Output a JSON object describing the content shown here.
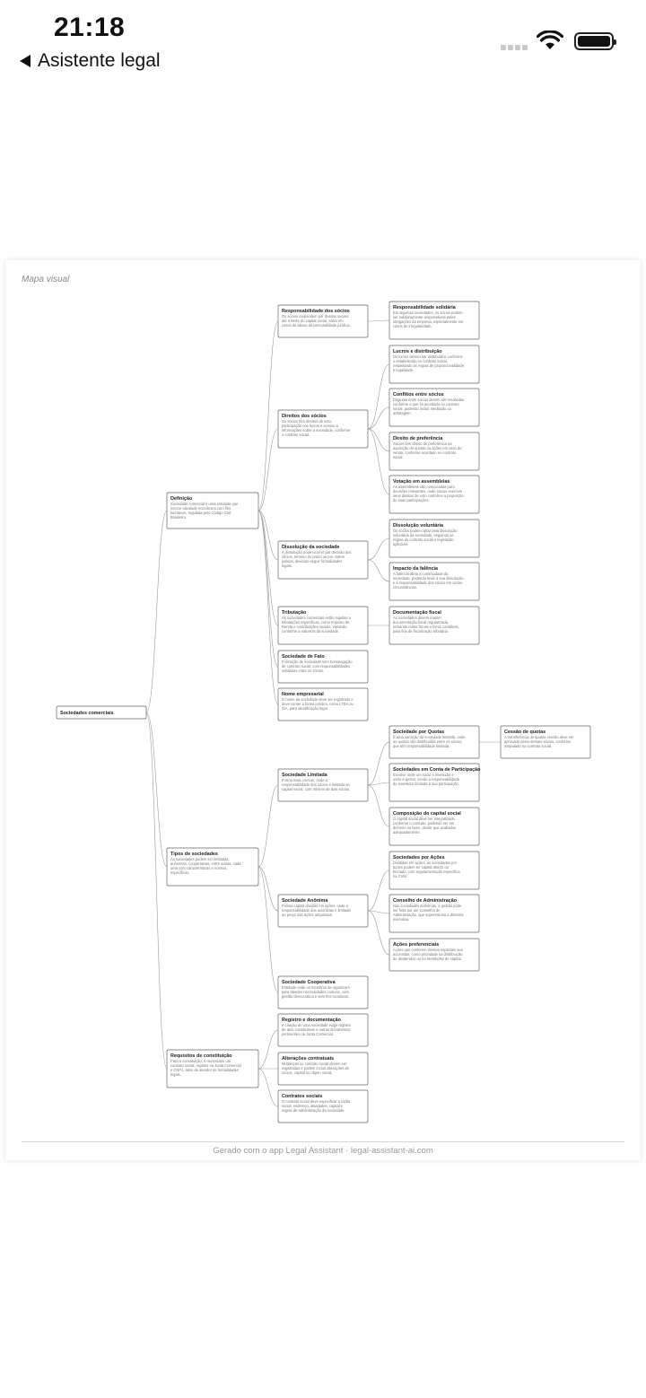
{
  "status": {
    "time": "21:18",
    "signal_icon": "cellular-signal-icon",
    "wifi_icon": "wifi-icon",
    "battery_icon": "battery-icon"
  },
  "nav": {
    "back_icon": "back-triangle-icon",
    "back_label": "Asistente legal"
  },
  "card": {
    "label": "Mapa visual",
    "footer": "Gerado com o app Legal Assistant · legal-assistant-ai.com"
  },
  "mindmap": {
    "nodes": [
      {
        "id": "root",
        "title": "Sociedades comerciais",
        "desc": []
      },
      {
        "id": "definicao",
        "parent": "root",
        "title": "Definição",
        "desc": [
          "Sociedade comercial é uma entidade que",
          "exerce atividade econômica com fins",
          "lucrativos, regulada pelo Código Civil",
          "Brasileiro."
        ]
      },
      {
        "id": "resp",
        "parent": "definicao",
        "title": "Responsabilidade dos sócios",
        "desc": [
          "Os sócios respondem por dívidas sociais",
          "até o limite do capital social, salvo em",
          "casos de abuso da personalidade jurídica."
        ]
      },
      {
        "id": "solid",
        "parent": "resp",
        "title": "Responsabilidade solidária",
        "desc": [
          "Em algumas sociedades, os sócios podem",
          "ser solidariamente responsáveis pelas",
          "obrigações da empresa, especialmente em",
          "casos de irregularidade."
        ]
      },
      {
        "id": "direitos",
        "parent": "definicao",
        "title": "Direitos dos sócios",
        "desc": [
          "Os sócios têm direitos de voto,",
          "participação nos lucros e acesso a",
          "informações sobre a sociedade, conforme",
          "o contrato social."
        ]
      },
      {
        "id": "lucros",
        "parent": "direitos",
        "title": "Lucros e distribuição",
        "desc": [
          "Os lucros devem ser distribuídos conforme",
          "o estabelecido no contrato social,",
          "respeitando as regras de proporcionalidade",
          "e legalidade."
        ]
      },
      {
        "id": "conflitos",
        "parent": "direitos",
        "title": "Conflitos entre sócios",
        "desc": [
          "Disputas entre sócios devem ser resolvidas",
          "conforme o que foi acordado no contrato",
          "social, podendo incluir mediação ou",
          "arbitragem."
        ]
      },
      {
        "id": "preferencia",
        "parent": "direitos",
        "title": "Direito de preferência",
        "desc": [
          "Sócios têm direito de preferência na",
          "aquisição de quotas ou ações em caso de",
          "venda, conforme acordado no contrato",
          "social."
        ]
      },
      {
        "id": "votacao",
        "parent": "direitos",
        "title": "Votação em assembleias",
        "desc": [
          "As assembleias são convocadas para",
          "decisões relevantes, onde sócios exercem",
          "seus direitos de voto conforme a proporção",
          "de suas participações."
        ]
      },
      {
        "id": "dissolucao",
        "parent": "definicao",
        "title": "Dissolução da sociedade",
        "desc": [
          "A dissolução pode ocorrer por decisão dos",
          "sócios, término do prazo ou por ordem",
          "judicial, devendo seguir formalidades",
          "legais."
        ]
      },
      {
        "id": "dissvol",
        "parent": "dissolucao",
        "title": "Dissolução voluntária",
        "desc": [
          "Os sócios podem optar pela dissolução",
          "voluntária da sociedade, seguindo as",
          "regras do contrato social e legislação",
          "aplicável."
        ]
      },
      {
        "id": "falencia",
        "parent": "dissolucao",
        "title": "Impacto da falência",
        "desc": [
          "A falência afeta a continuidade da",
          "sociedade, podendo levar à sua dissolução",
          "e à responsabilidade dos sócios em certas",
          "circunstâncias."
        ]
      },
      {
        "id": "tributacao",
        "parent": "definicao",
        "title": "Tributação",
        "desc": [
          "As sociedades comerciais estão sujeitas a",
          "tributações específicas, como Imposto de",
          "Renda e contribuições sociais, variando",
          "conforme a natureza da sociedade."
        ]
      },
      {
        "id": "docfiscal",
        "parent": "tributacao",
        "title": "Documentação fiscal",
        "desc": [
          "As sociedades devem manter",
          "documentação fiscal regularizada,",
          "incluindo notas fiscais e livros contábeis,",
          "para fins de fiscalização tributária."
        ]
      },
      {
        "id": "fato",
        "parent": "definicao",
        "title": "Sociedade de Fato",
        "desc": [
          "Formação de sociedade sem homologação",
          "de contrato social, com responsabilidades",
          "solidárias entre os sócios."
        ]
      },
      {
        "id": "nome",
        "parent": "definicao",
        "title": "Nome empresarial",
        "desc": [
          "O nome da sociedade deve ser registrado e",
          "deve conter a forma jurídica, como LTDA ou",
          "S/A, para identificação legal."
        ]
      },
      {
        "id": "tipos",
        "parent": "root",
        "title": "Tipos de sociedades",
        "desc": [
          "As sociedades podem ser limitadas,",
          "anônimas, cooperativas, entre outras, cada",
          "uma com características e normas",
          "específicas."
        ]
      },
      {
        "id": "limitada",
        "parent": "tipos",
        "title": "Sociedade Limitada",
        "desc": [
          "Forma mais comum, onde a",
          "responsabilidade dos sócios é limitada ao",
          "capital social, com mínimo de dois sócios."
        ]
      },
      {
        "id": "quotas",
        "parent": "limitada",
        "title": "Sociedade por Quotas",
        "desc": [
          "É uma variação da sociedade limitada, onde",
          "as quotas são distribuídas entre os sócios,",
          "que têm responsabilidade limitada."
        ]
      },
      {
        "id": "cessao",
        "parent": "quotas",
        "title": "Cessão de quotas",
        "desc": [
          "A transferência de quotas cessão deve ser",
          "aprovada pelos demais sócios, conforme",
          "estipulado no contrato social."
        ]
      },
      {
        "id": "contapart",
        "parent": "limitada",
        "title": "Sociedades em Conta de Participação",
        "desc": [
          "Envolve onde um sócio é investidor e",
          "outro é gestor, sendo a responsabilidade",
          "do investidor limitada à sua participação."
        ]
      },
      {
        "id": "capital",
        "parent": "limitada",
        "title": "Composição do capital social",
        "desc": [
          "O capital social deve ser integralizado",
          "conforme o contrato, podendo ser em",
          "dinheiro ou bens, desde que avaliados",
          "adequadamente."
        ]
      },
      {
        "id": "anonima",
        "parent": "tipos",
        "title": "Sociedade Anônima",
        "desc": [
          "Possui capital dividido em ações, onde a",
          "responsabilidade dos acionistas é limitada",
          "ao preço das ações adquiridas."
        ]
      },
      {
        "id": "acoes",
        "parent": "anonima",
        "title": "Sociedades por Ações",
        "desc": [
          "Divididas em ações, as sociedades por",
          "ações podem ter capital aberto ou",
          "fechado, com regulamentação específica",
          "na CVM."
        ]
      },
      {
        "id": "conselho",
        "parent": "anonima",
        "title": "Conselho de Administração",
        "desc": [
          "Nas sociedades anônimas, a gestão pode",
          "ser feita por um Conselho de",
          "Administração, que supervisiona a diretoria",
          "executiva."
        ]
      },
      {
        "id": "acpref",
        "parent": "anonima",
        "title": "Ações preferenciais",
        "desc": [
          "Ações que conferem direitos especiais aos",
          "acionistas, como prioridade na distribuição",
          "de dividendos ou no reembolso de capital."
        ]
      },
      {
        "id": "coop",
        "parent": "tipos",
        "title": "Sociedade Cooperativa",
        "desc": [
          "Entidade onde os membros se organizam",
          "para atender necessidades comuns, com",
          "gestão democrática e sem fins lucrativos."
        ]
      },
      {
        "id": "requisitos",
        "parent": "root",
        "title": "Requisitos de constituição",
        "desc": [
          "Para a constituição, é necessário um",
          "contrato social, registro na Junta Comercial",
          "e CNPJ, além de atender às formalidades",
          "legais."
        ]
      },
      {
        "id": "registro",
        "parent": "requisitos",
        "title": "Registro e documentação",
        "desc": [
          "A criação de uma sociedade exige registro",
          "de atos constitutivos e outros documentos",
          "pertinentes na Junta Comercial."
        ]
      },
      {
        "id": "alteracoes",
        "parent": "requisitos",
        "title": "Alterações contratuais",
        "desc": [
          "Mudanças no contrato social devem ser",
          "registradas e podem incluir alterações de",
          "sócios, capital ou objeto social."
        ]
      },
      {
        "id": "contratos",
        "parent": "requisitos",
        "title": "Contratos sociais",
        "desc": [
          "O contrato social deve especificar a razão",
          "social, endereço, atividades, capital e",
          "regras de administração da sociedade."
        ]
      }
    ]
  }
}
